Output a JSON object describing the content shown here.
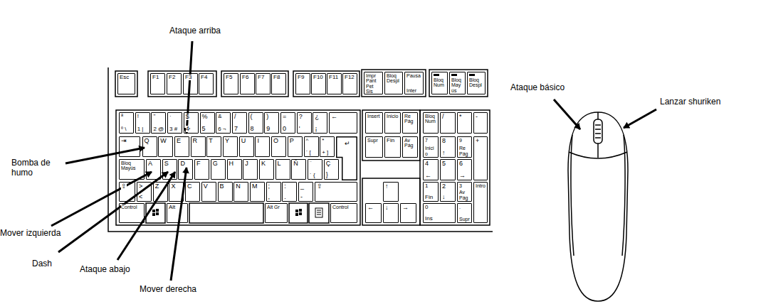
{
  "diagram": {
    "nodes": [
      {
        "text": [
          "Esc"
        ]
      },
      {
        "text": [
          "F1"
        ]
      },
      {
        "text": [
          "F2"
        ]
      },
      {
        "text": [
          "F3"
        ]
      },
      {
        "text": [
          "F4"
        ]
      },
      {
        "text": [
          "F5"
        ]
      },
      {
        "text": [
          "F6"
        ]
      },
      {
        "text": [
          "F7"
        ]
      },
      {
        "text": [
          "F8"
        ]
      },
      {
        "text": [
          "F9"
        ]
      },
      {
        "text": [
          "F10"
        ]
      },
      {
        "text": [
          "F11"
        ]
      },
      {
        "text": [
          "F12"
        ]
      },
      {
        "text": [
          "Impr Pant",
          "Pet Sis"
        ]
      },
      {
        "text": [
          "Bloq Despl"
        ]
      },
      {
        "text": [
          "Pausa",
          "Inter"
        ]
      },
      {
        "text": [
          "Bloq Num"
        ]
      },
      {
        "text": [
          "Bloq Mayús"
        ]
      },
      {
        "text": [
          "Bloq Despl"
        ]
      },
      {
        "text": [
          "ª",
          "º \\"
        ]
      },
      {
        "text": [
          "!",
          "1 |"
        ]
      },
      {
        "text": [
          "\"",
          "2 @"
        ]
      },
      {
        "text": [
          "·",
          "3 #"
        ]
      },
      {
        "text": [
          "$",
          "4"
        ]
      },
      {
        "text": [
          "%",
          "5"
        ]
      },
      {
        "text": [
          "&",
          "6 ¬"
        ]
      },
      {
        "text": [
          "/",
          "7"
        ]
      },
      {
        "text": [
          "(",
          "8"
        ]
      },
      {
        "text": [
          ")",
          "9"
        ]
      },
      {
        "text": [
          "=",
          "0"
        ]
      },
      {
        "text": [
          "?",
          "'"
        ]
      },
      {
        "text": [
          "¿",
          "¡"
        ]
      },
      {
        "text": [
          "←"
        ]
      },
      {
        "text": [
          "⇥"
        ]
      },
      {
        "text": [
          "Q"
        ]
      },
      {
        "text": [
          "W"
        ]
      },
      {
        "text": [
          "E"
        ]
      },
      {
        "text": [
          "R"
        ]
      },
      {
        "text": [
          "T"
        ]
      },
      {
        "text": [
          "Y"
        ]
      },
      {
        "text": [
          "U"
        ]
      },
      {
        "text": [
          "I"
        ]
      },
      {
        "text": [
          "O"
        ]
      },
      {
        "text": [
          "P"
        ]
      },
      {
        "text": [
          "^",
          "` ["
        ]
      },
      {
        "text": [
          "*",
          "+ ]"
        ]
      },
      {
        "text": [
          "↵"
        ]
      },
      {
        "text": [
          "Bloq Mayús"
        ]
      },
      {
        "text": [
          "A"
        ]
      },
      {
        "text": [
          "S"
        ]
      },
      {
        "text": [
          "D"
        ]
      },
      {
        "text": [
          "F"
        ]
      },
      {
        "text": [
          "G"
        ]
      },
      {
        "text": [
          "H"
        ]
      },
      {
        "text": [
          "J"
        ]
      },
      {
        "text": [
          "K"
        ]
      },
      {
        "text": [
          "L"
        ]
      },
      {
        "text": [
          "Ñ"
        ]
      },
      {
        "text": [
          "¨",
          "´ {"
        ]
      },
      {
        "text": [
          "Ç",
          "}"
        ]
      },
      {
        "text": [
          "⇧"
        ]
      },
      {
        "text": [
          ">",
          "<"
        ]
      },
      {
        "text": [
          "Z"
        ]
      },
      {
        "text": [
          "X"
        ]
      },
      {
        "text": [
          "C"
        ]
      },
      {
        "text": [
          "V"
        ]
      },
      {
        "text": [
          "B"
        ]
      },
      {
        "text": [
          "N"
        ]
      },
      {
        "text": [
          "M"
        ]
      },
      {
        "text": [
          ";",
          ","
        ]
      },
      {
        "text": [
          ":",
          "."
        ]
      },
      {
        "text": [
          "_",
          "-"
        ]
      },
      {
        "text": [
          "⇧"
        ]
      },
      {
        "text": [
          "Control"
        ]
      },
      {
        "text": [
          "Alt"
        ]
      },
      {
        "text": [
          "Alt Gr"
        ]
      },
      {
        "text": [
          "Control"
        ]
      },
      {
        "text": [
          "Insert"
        ]
      },
      {
        "text": [
          "Inicio"
        ]
      },
      {
        "text": [
          "Re Pág"
        ]
      },
      {
        "text": [
          "Supr"
        ]
      },
      {
        "text": [
          "Fin"
        ]
      },
      {
        "text": [
          "Av Pág"
        ]
      },
      {
        "text": [
          "↑"
        ]
      },
      {
        "text": [
          "←"
        ]
      },
      {
        "text": [
          "↓"
        ]
      },
      {
        "text": [
          "→"
        ]
      },
      {
        "text": [
          "Bloq Num"
        ]
      },
      {
        "text": [
          "/"
        ]
      },
      {
        "text": [
          "*"
        ]
      },
      {
        "text": [
          "-"
        ]
      },
      {
        "text": [
          "7",
          "Inicio"
        ]
      },
      {
        "text": [
          "8",
          "↑"
        ]
      },
      {
        "text": [
          "9",
          "Re Pág"
        ]
      },
      {
        "text": [
          "+"
        ]
      },
      {
        "text": [
          "4",
          "←"
        ]
      },
      {
        "text": [
          "5"
        ]
      },
      {
        "text": [
          "6",
          "→"
        ]
      },
      {
        "text": [
          "1",
          "Fin"
        ]
      },
      {
        "text": [
          "2",
          "↓"
        ]
      },
      {
        "text": [
          "3",
          "Av Pág"
        ]
      },
      {
        "text": [
          "Intro"
        ]
      },
      {
        "text": [
          "0",
          "Ins"
        ]
      },
      {
        "text": [
          ".",
          "Supr"
        ]
      }
    ],
    "labels": [
      "Ataque arriba",
      "Bomba de humo",
      "Mover izquierda",
      "Dash",
      "Ataque abajo",
      "Mover derecha",
      "Ataque básico",
      "Lanzar shuriken"
    ]
  }
}
